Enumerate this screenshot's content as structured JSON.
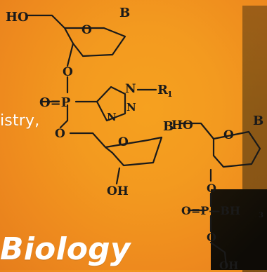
{
  "background": {
    "color": "#f39a1f",
    "panel_color": "#3b2a0f"
  },
  "text": {
    "line1": "istry,",
    "line2": "Biology"
  },
  "molecule": {
    "top_left_label": "HO",
    "base_label_top": "B",
    "ring_oxygen_top": "O",
    "linker_oxygen_top": "O",
    "phosphate_eq": "O=P",
    "triazole_nitrogen_1": "N",
    "triazole_nitrogen_2": "N",
    "triazole_nitrogen_3": "N",
    "triazole_substituent": "R",
    "triazole_subscript": "1",
    "linker_oxygen_mid": "O",
    "base_label_mid": "B",
    "ring_oxygen_mid": "O",
    "hydroxyl_mid": "OH",
    "ho_right": "HO",
    "ring_oxygen_right": "O",
    "base_label_right": "B",
    "linker_oxygen_right": "O",
    "boranophosphate": "O=P—BH",
    "boranophosphate_subscript": "3",
    "linker_oxygen_bottom": "O",
    "hydroxyl_bottom": "OH"
  }
}
